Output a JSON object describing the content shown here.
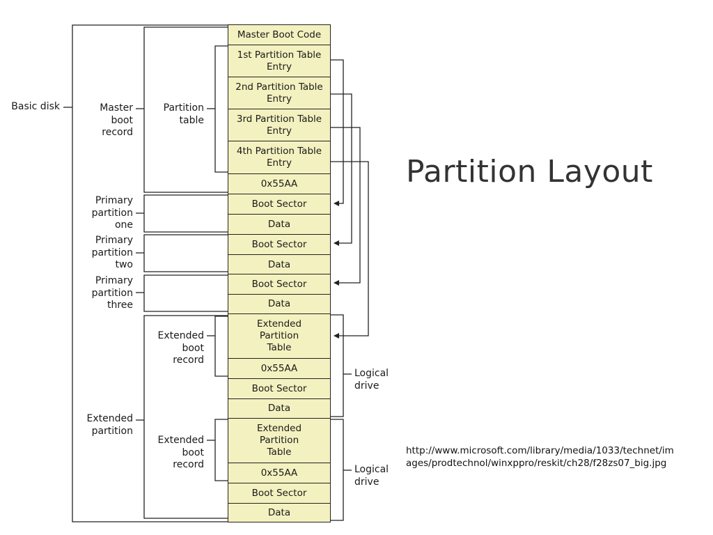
{
  "title": "Partition Layout",
  "source_url": "http://www.microsoft.com/library/media/1033/technet/images/prodtechnol/winxppro/reskit/ch28/f28zs07_big.jpg",
  "blocks": [
    "Master Boot Code",
    "1st Partition Table\nEntry",
    "2nd Partition Table\nEntry",
    "3rd Partition Table\nEntry",
    "4th Partition Table\nEntry",
    "0x55AA",
    "Boot Sector",
    "Data",
    "Boot Sector",
    "Data",
    "Boot Sector",
    "Data",
    "Extended\nPartition\nTable",
    "0x55AA",
    "Boot Sector",
    "Data",
    "Extended\nPartition\nTable",
    "0x55AA",
    "Boot Sector",
    "Data"
  ],
  "labels": {
    "basic_disk": "Basic disk",
    "master_boot_record": "Master\nboot\nrecord",
    "partition_table": "Partition\ntable",
    "primary_one": "Primary\npartition\none",
    "primary_two": "Primary\npartition\ntwo",
    "primary_three": "Primary\npartition\nthree",
    "extended_partition": "Extended\npartition",
    "extended_boot_record_1": "Extended\nboot\nrecord",
    "extended_boot_record_2": "Extended\nboot\nrecord",
    "logical_drive_1": "Logical\ndrive",
    "logical_drive_2": "Logical\ndrive"
  }
}
